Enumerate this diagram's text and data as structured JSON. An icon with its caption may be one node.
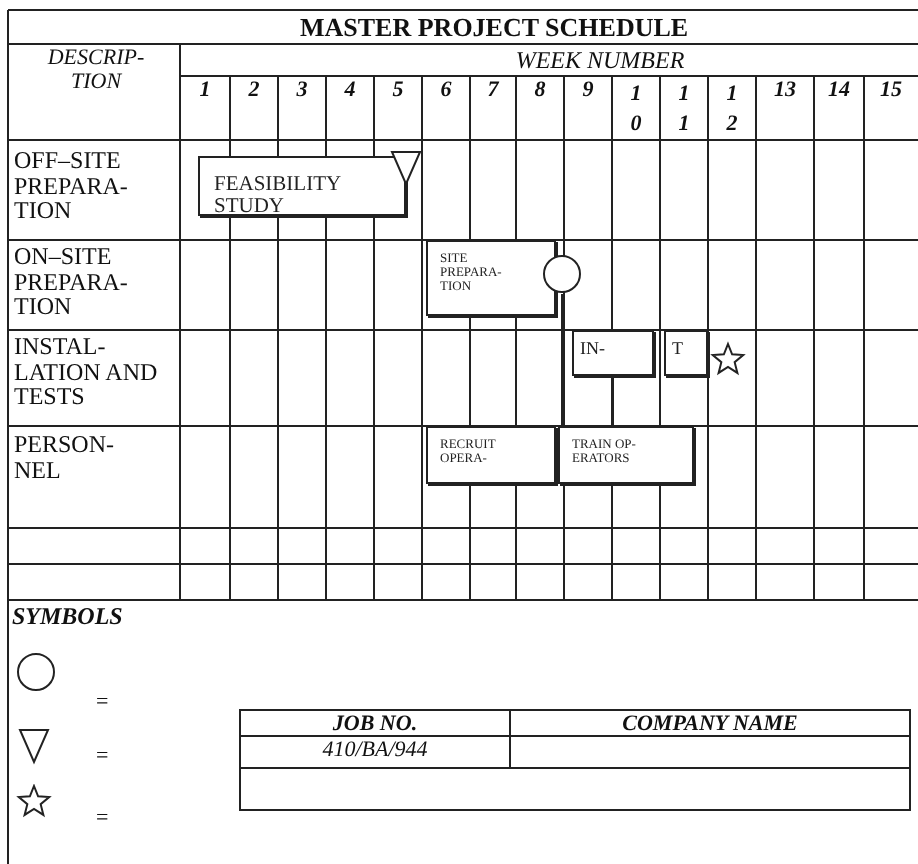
{
  "diagram": {
    "title": "MASTER PROJECT SCHEDULE",
    "nodes": [
      {
        "text": [
          "FEASIBILITY STUDY"
        ]
      },
      {
        "text": [],
        "shape": "triangle"
      },
      {
        "text": [
          "SITE PREPARA- TION"
        ]
      },
      {
        "text": [],
        "shape": "circle"
      },
      {
        "text": [
          "IN-"
        ]
      },
      {
        "text": [
          "T"
        ]
      },
      {
        "text": [],
        "shape": "star"
      },
      {
        "text": [
          "RECRUIT OPERA-"
        ]
      },
      {
        "text": [
          "TRAIN OP- ERATORS"
        ]
      }
    ],
    "edges": [
      {
        "from": 3,
        "to": 8,
        "arrow": "none"
      },
      {
        "from": 4,
        "to": 8,
        "arrow": "none"
      }
    ],
    "labels": [
      "DESCRIP- TION",
      "WEEK NUMBER",
      "1",
      "2",
      "3",
      "4",
      "5",
      "6",
      "7",
      "8",
      "9",
      "10",
      "11",
      "12",
      "13",
      "14",
      "15",
      "OFF–SITE PREPARA- TION",
      "ON–SITE PREPARA- TION",
      "INSTAL- LATION AND TESTS",
      "PERSON- NEL",
      "SYMBOLS",
      "JOB NO.",
      "COMPANY NAME",
      "410/BA/944"
    ],
    "legend": [
      {
        "text": "="
      },
      {
        "text": "="
      },
      {
        "text": "="
      }
    ]
  }
}
